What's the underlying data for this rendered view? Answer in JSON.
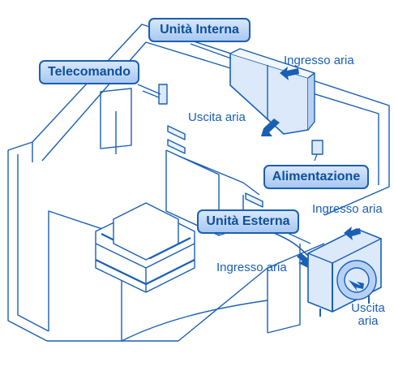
{
  "callouts": {
    "indoor_unit": "Unità Interna",
    "remote": "Telecomando",
    "power": "Alimentazione",
    "outdoor_unit": "Unità Esterna"
  },
  "labels": {
    "indoor_air_in": "Ingresso aria",
    "indoor_air_out": "Uscita aria",
    "outdoor_air_in_top": "Ingresso aria",
    "outdoor_air_in_side": "Ingresso aria",
    "outdoor_air_out_line1": "Uscita",
    "outdoor_air_out_line2": "aria"
  },
  "colors": {
    "line": "#1a5fb4",
    "callout_fill": "#b6d1f4",
    "arrow": "#1a5fb4",
    "unit_fill": "#dbe9fb"
  }
}
